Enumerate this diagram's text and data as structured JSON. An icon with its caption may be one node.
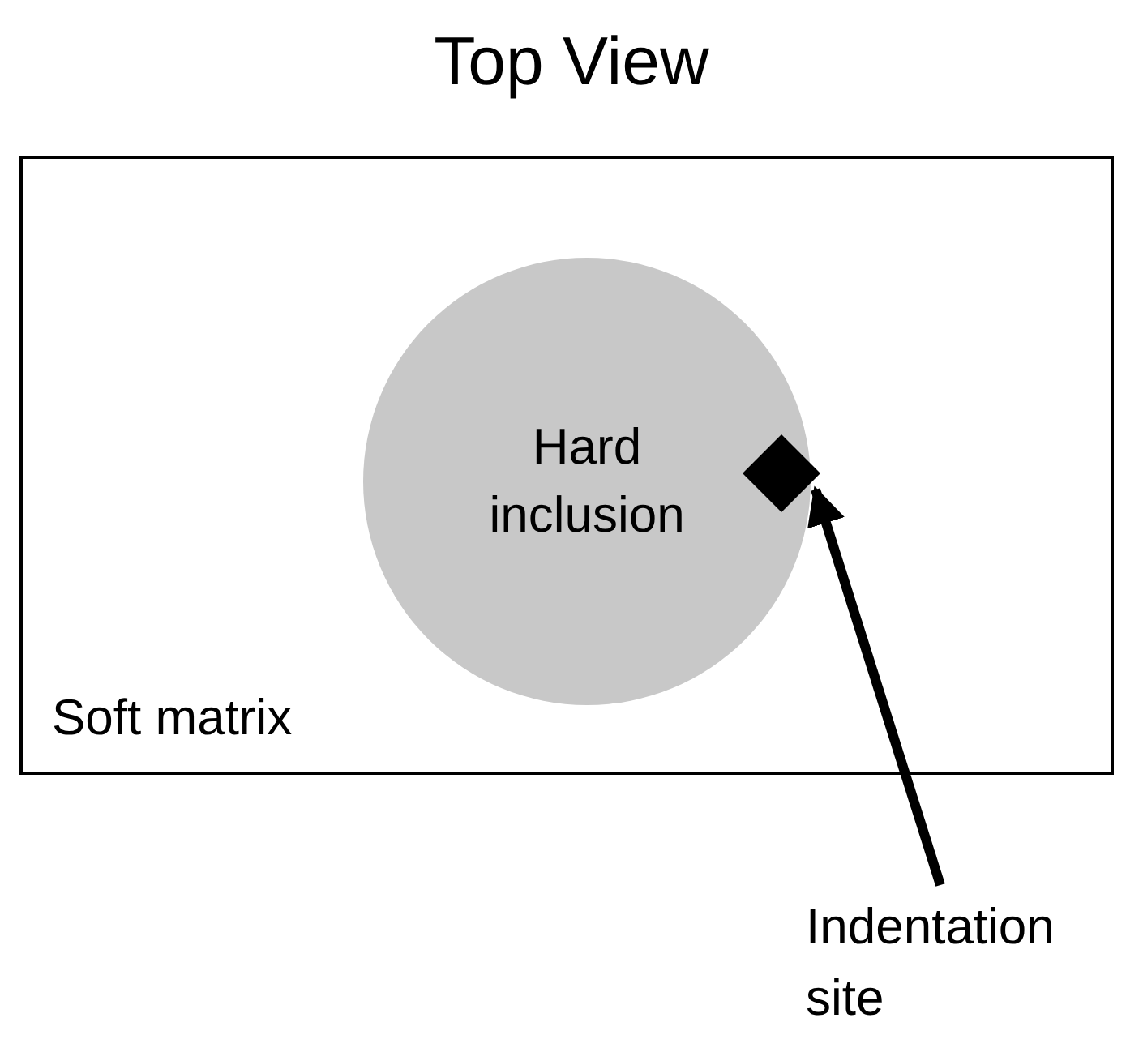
{
  "diagram": {
    "title": "Top View",
    "nodes": [
      {
        "text": [
          "Soft matrix"
        ]
      },
      {
        "text": [
          "Hard inclusion"
        ],
        "in": 0
      },
      {
        "text": [],
        "shape": "diamond",
        "in": 0
      },
      {
        "text": [
          "Indentation site"
        ]
      }
    ],
    "edges": [
      {
        "from": 3,
        "to": 2,
        "arrow": "to"
      }
    ]
  }
}
